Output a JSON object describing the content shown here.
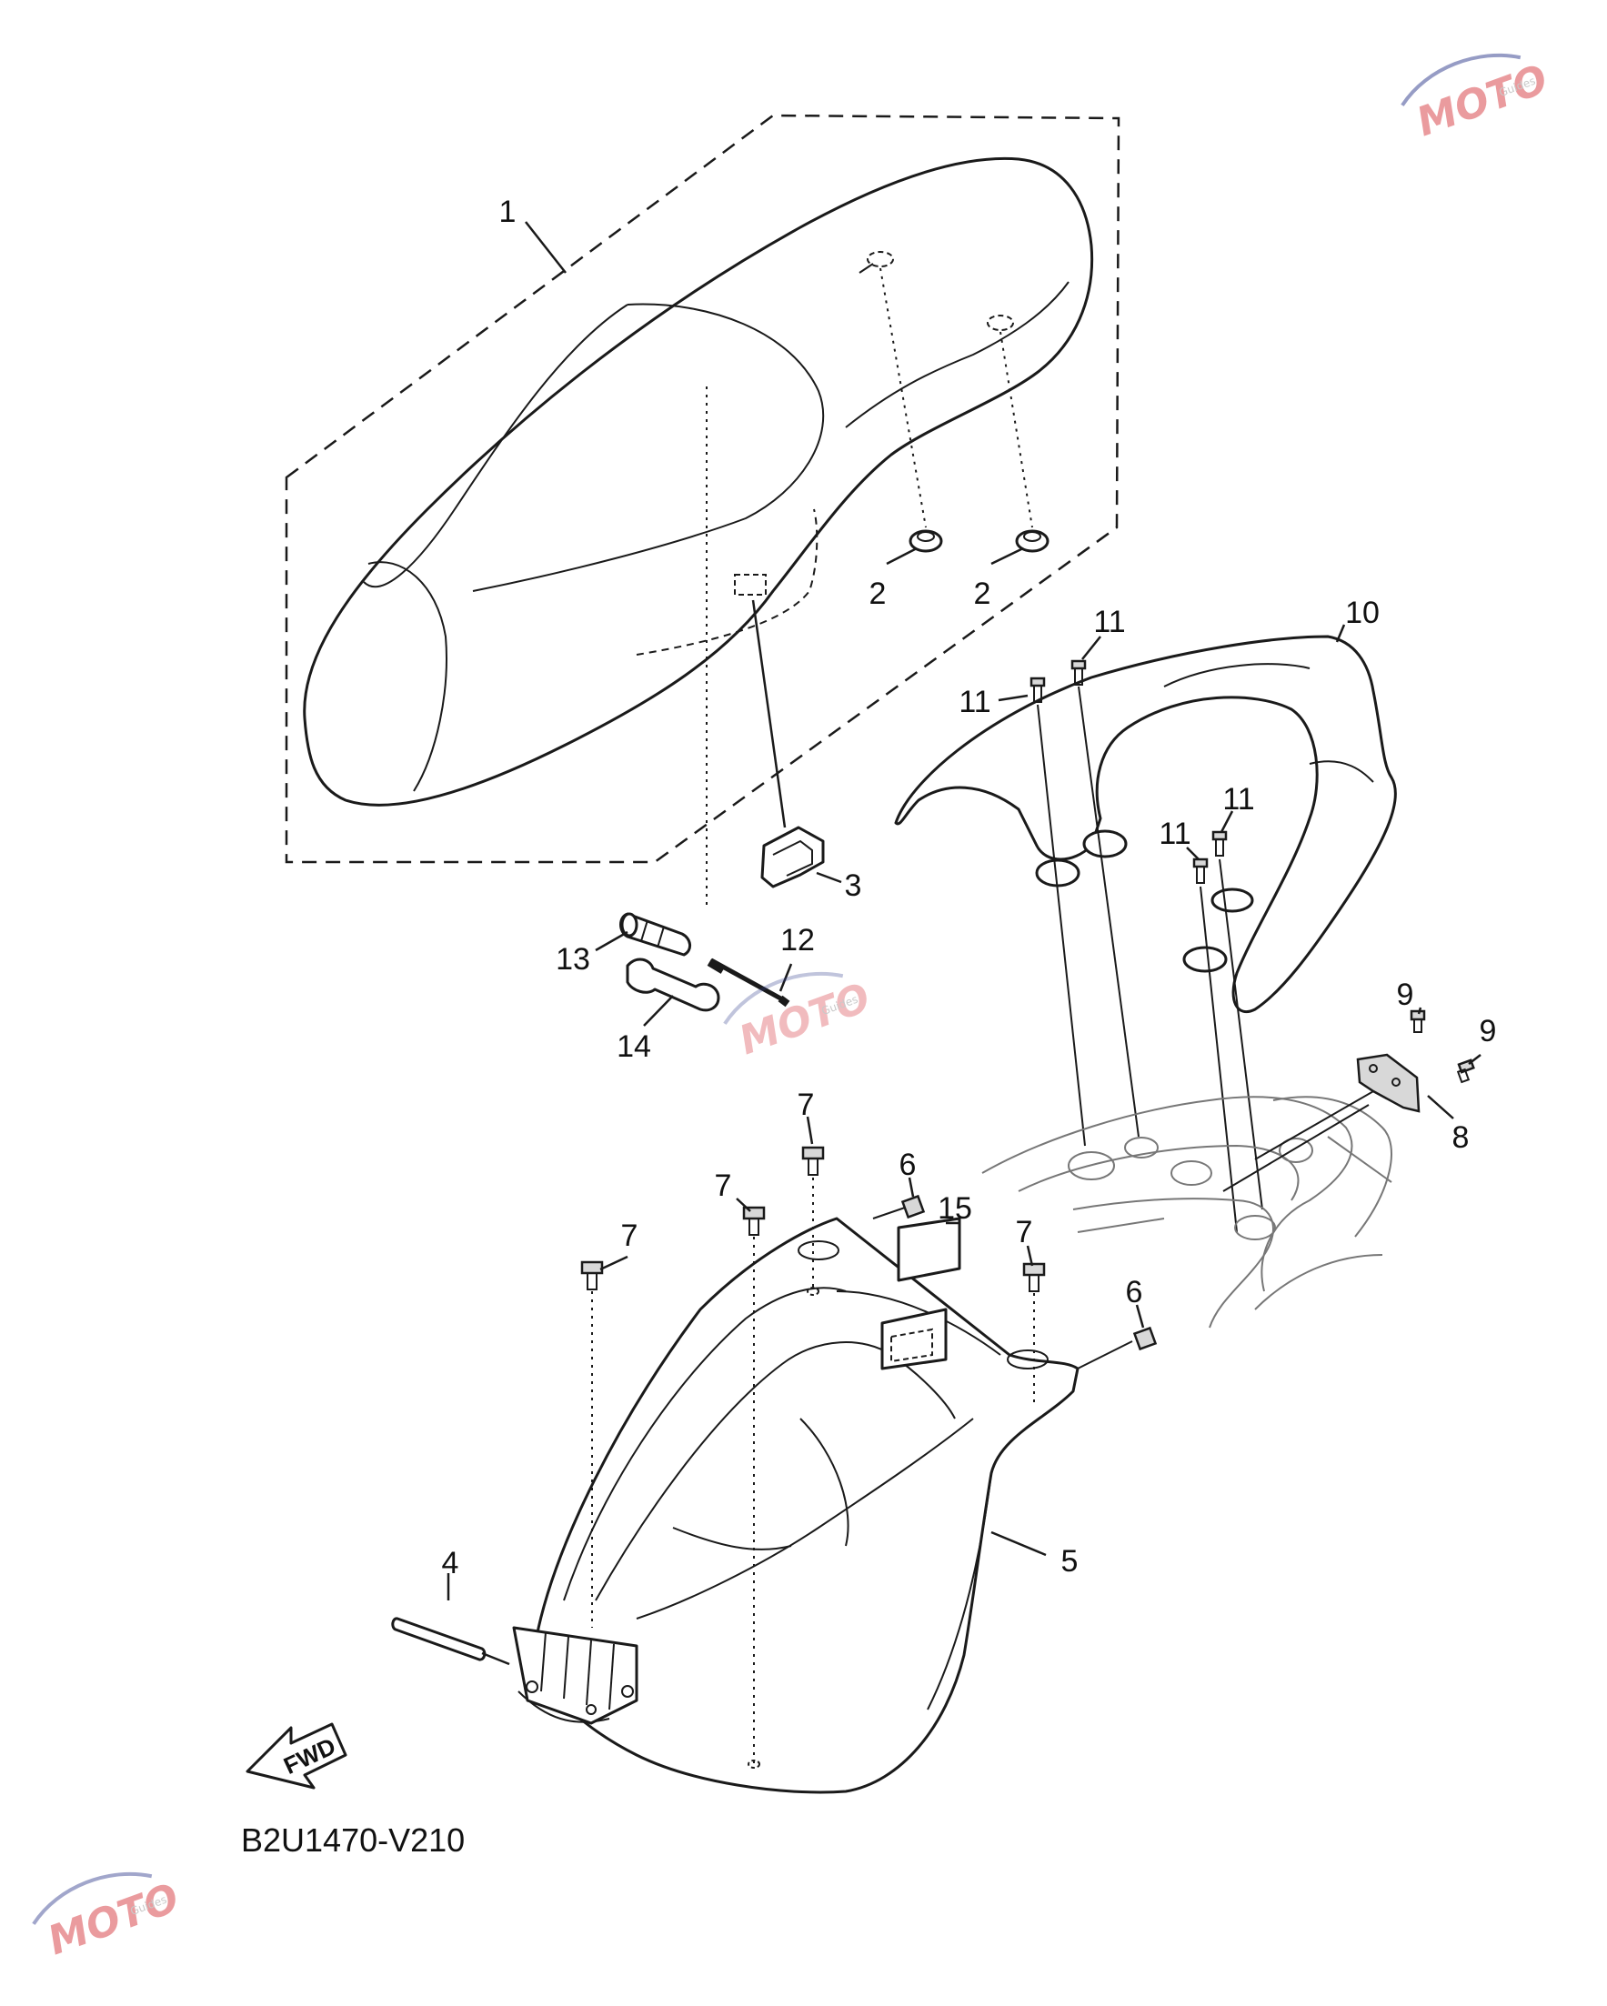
{
  "diagram": {
    "code": "B2U1470-V210",
    "fwd_label": "FWD",
    "callouts": [
      {
        "id": "c1",
        "label": "1"
      },
      {
        "id": "c2a",
        "label": "2"
      },
      {
        "id": "c2b",
        "label": "2"
      },
      {
        "id": "c3",
        "label": "3"
      },
      {
        "id": "c4",
        "label": "4"
      },
      {
        "id": "c5",
        "label": "5"
      },
      {
        "id": "c6a",
        "label": "6"
      },
      {
        "id": "c6b",
        "label": "6"
      },
      {
        "id": "c7a",
        "label": "7"
      },
      {
        "id": "c7b",
        "label": "7"
      },
      {
        "id": "c7c",
        "label": "7"
      },
      {
        "id": "c7d",
        "label": "7"
      },
      {
        "id": "c8",
        "label": "8"
      },
      {
        "id": "c9a",
        "label": "9"
      },
      {
        "id": "c9b",
        "label": "9"
      },
      {
        "id": "c10",
        "label": "10"
      },
      {
        "id": "c11a",
        "label": "11"
      },
      {
        "id": "c11b",
        "label": "11"
      },
      {
        "id": "c11c",
        "label": "11"
      },
      {
        "id": "c11d",
        "label": "11"
      },
      {
        "id": "c12",
        "label": "12"
      },
      {
        "id": "c13",
        "label": "13"
      },
      {
        "id": "c14",
        "label": "14"
      },
      {
        "id": "c15",
        "label": "15"
      }
    ]
  },
  "watermark": {
    "brand": "MOTO",
    "sub": "Guides",
    "colors": {
      "red": "#d2232a",
      "blue": "#2e3a8c"
    }
  }
}
